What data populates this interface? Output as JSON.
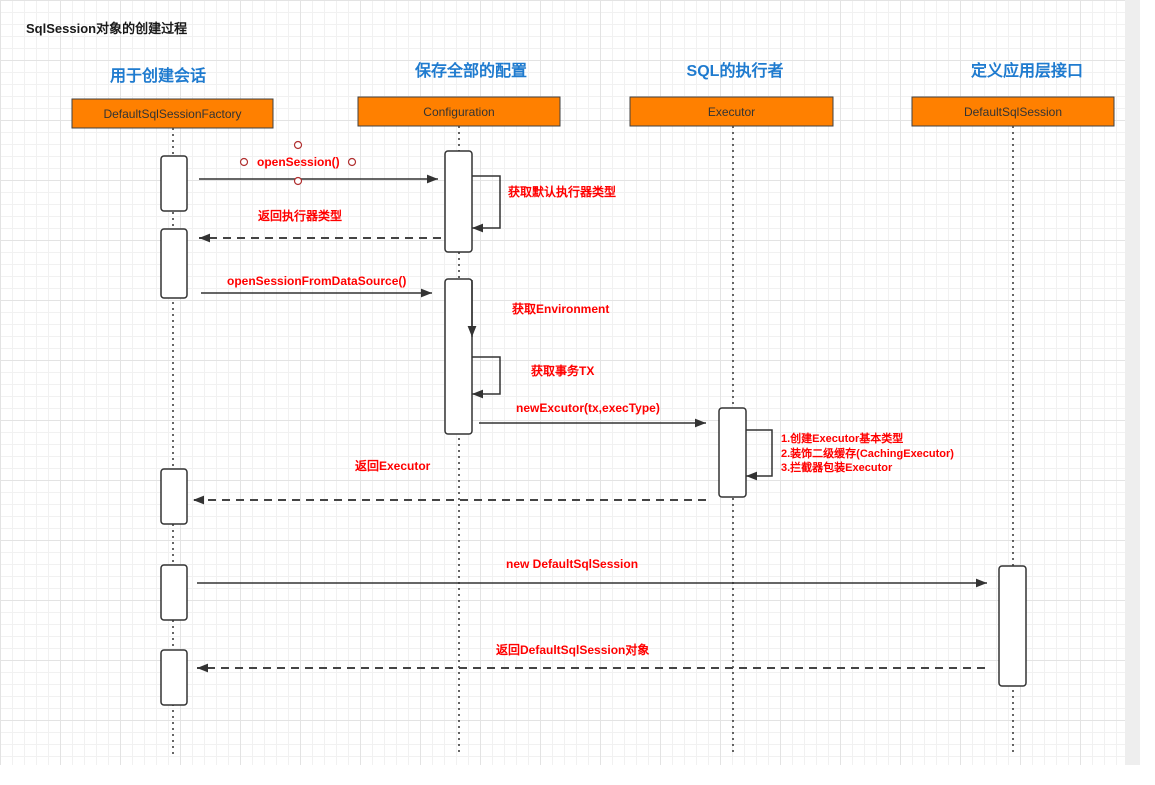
{
  "title": "SqlSession对象的创建过程",
  "grid": true,
  "colors": {
    "participant_fill": "#ff8000",
    "header_text": "#1f7bcf",
    "message_text": "#ff0000",
    "title_text": "#1a1a1a",
    "line": "#333333"
  },
  "participants": [
    {
      "header": "用于创建会话",
      "name": "DefaultSqlSessionFactory"
    },
    {
      "header": "保存全部的配置",
      "name": "Configuration"
    },
    {
      "header": "SQL的执行者",
      "name": "Executor"
    },
    {
      "header": "定义应用层接口",
      "name": "DefaultSqlSession"
    }
  ],
  "messages": [
    {
      "label": "openSession()",
      "from": 0,
      "to": 1,
      "dashed": false
    },
    {
      "label": "获取默认执行器类型",
      "from": 1,
      "to": 1,
      "dashed": false
    },
    {
      "label": "返回执行器类型",
      "from": 1,
      "to": 0,
      "dashed": true
    },
    {
      "label": "openSessionFromDataSource()",
      "from": 0,
      "to": 1,
      "dashed": false
    },
    {
      "label": "获取Environment",
      "from": 1,
      "to": 1,
      "dashed": false
    },
    {
      "label": "获取事务TX",
      "from": 1,
      "to": 1,
      "dashed": false
    },
    {
      "label": "newExcutor(tx,execType)",
      "from": 1,
      "to": 2,
      "dashed": false
    },
    {
      "label_lines": [
        "1.创建Executor基本类型",
        "2.装饰二级缓存(CachingExecutor)",
        "3.拦截器包装Executor"
      ],
      "from": 2,
      "to": 2,
      "dashed": false
    },
    {
      "label": "返回Executor",
      "from": 2,
      "to": 0,
      "dashed": true
    },
    {
      "label": "new DefaultSqlSession",
      "from": 0,
      "to": 3,
      "dashed": false
    },
    {
      "label": "返回DefaultSqlSession对象",
      "from": 3,
      "to": 0,
      "dashed": true
    }
  ]
}
